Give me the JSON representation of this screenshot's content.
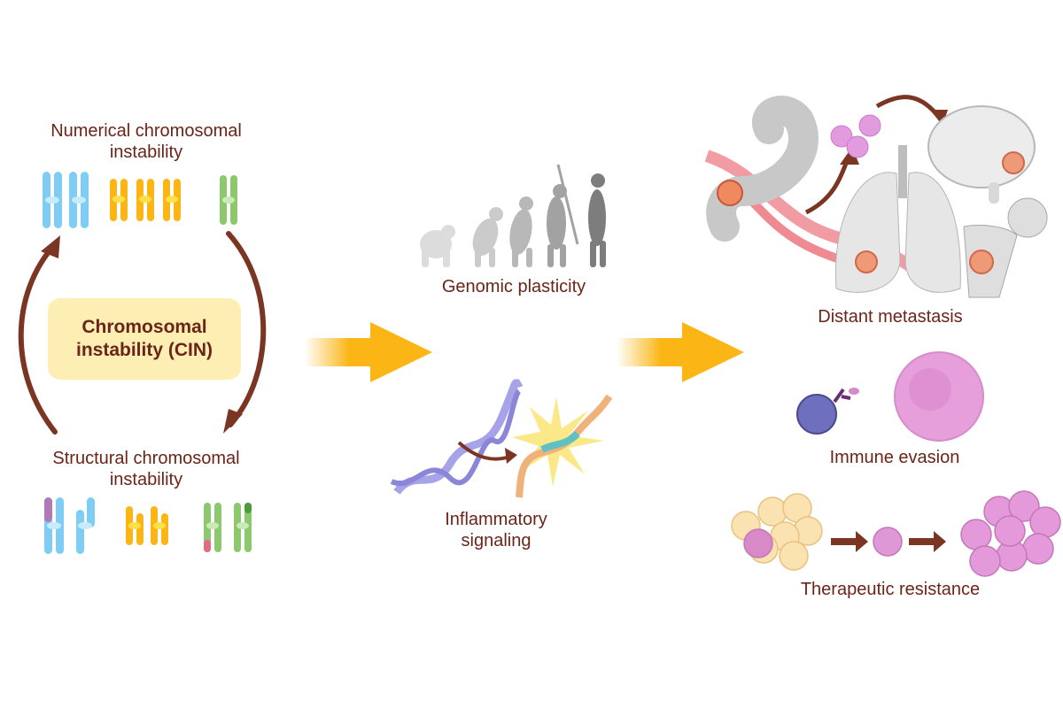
{
  "figure": {
    "left_panel": {
      "numerical_label": "Numerical chromosomal instability",
      "numerical_label_lines": [
        "Numerical chromosomal",
        "instability"
      ],
      "center_box_lines": [
        "Chromosomal",
        "instability (CIN)"
      ],
      "structural_label_lines": [
        "Structural chromosomal",
        "instability"
      ],
      "numerical_chromosomes": [
        {
          "color": "#7fcdf5",
          "count": 2,
          "variant": "normal"
        },
        {
          "color": "#fbb615",
          "count": 3,
          "variant": "trisomy"
        },
        {
          "color": "#8dc86e",
          "count": 1,
          "variant": "monosomy"
        }
      ],
      "structural_chromosomes": [
        {
          "color": "#7fcdf5",
          "variant": "translocation",
          "accent": "#b07ab8"
        },
        {
          "color": "#fbb615",
          "variant": "deletion"
        },
        {
          "color": "#8dc86e",
          "variant": "segmental-change",
          "accent": "#e06b86",
          "accent2": "#4e9a3c"
        }
      ],
      "cycle_arrow_color": "#7a3523"
    },
    "middle_panel": {
      "genomic_plasticity_label": "Genomic plasticity",
      "inflammatory_label_lines": [
        "Inflammatory",
        "signaling"
      ]
    },
    "right_panel": {
      "metastasis_label": "Distant metastasis",
      "immune_label": "Immune evasion",
      "therapy_label": "Therapeutic resistance"
    },
    "flow_arrow_color": "#fbb615",
    "text_color": "#6b2418"
  }
}
